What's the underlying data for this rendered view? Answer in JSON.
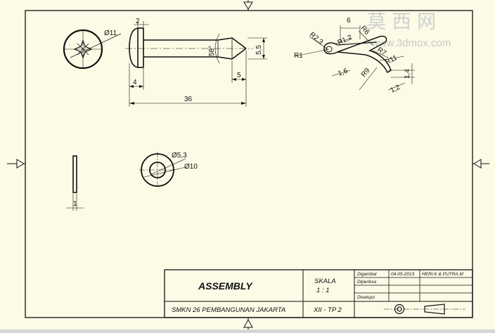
{
  "watermark": {
    "title": "莫 西 网",
    "url": "www.3dmox.com"
  },
  "dimensions": {
    "head_diameter": "Ø11",
    "head_height": "2",
    "shank_length": "36",
    "shank_offset": "4",
    "tip_angle": "58°",
    "tip_diameter": "5,5",
    "tip_length": "5",
    "washer_inner": "Ø5,3",
    "washer_outer": "Ø10",
    "washer_thickness": "1",
    "pin_r1": "R1",
    "pin_r2_3": "R2,3",
    "pin_r1_2": "R1,2",
    "pin_r6": "R6",
    "pin_r7": "R7",
    "pin_r11": "R11",
    "pin_r9": "R9",
    "pin_width": "6",
    "pin_gap": "1,6",
    "pin_end_h": "1,4",
    "pin_end_w": "1,2"
  },
  "title_block": {
    "title": "ASSEMBLY",
    "school": "SMKN 26 PEMBANGUNAN JAKARTA",
    "scale_label": "SKALA",
    "scale_value": "1 : 1",
    "class_code": "XII - TP 2",
    "drawn_label": "Digambar",
    "drawn_date": "04-05-2013",
    "drawn_by": "HERI.K & PUTRA.M",
    "checked_label": "Diperiksa",
    "approved_label": "Disetujui"
  }
}
